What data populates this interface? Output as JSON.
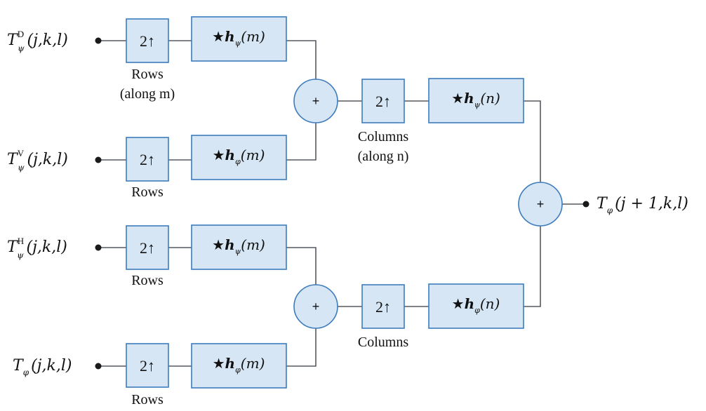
{
  "diagram": {
    "inputs": {
      "d": {
        "sym": "T",
        "sup": "D",
        "sub": "ψ",
        "args": "(j,k,l)"
      },
      "v": {
        "sym": "T",
        "sup": "V",
        "sub": "ψ",
        "args": "(j,k,l)"
      },
      "h": {
        "sym": "T",
        "sup": "H",
        "sub": "ψ",
        "args": "(j,k,l)"
      },
      "a": {
        "sym": "T",
        "sub": "φ",
        "args": "(j,k,l)"
      }
    },
    "output": {
      "sym": "T",
      "sub": "φ",
      "args": "(j + 1,k,l)"
    },
    "upsample": {
      "text": "2↑"
    },
    "filters": {
      "f1": {
        "star": "★",
        "h": "h",
        "sub": "ψ",
        "arg": "(m)"
      },
      "f2": {
        "star": "★",
        "h": "h",
        "sub": "φ",
        "arg": "(m)"
      },
      "f3": {
        "star": "★",
        "h": "h",
        "sub": "ψ",
        "arg": "(m)"
      },
      "f4": {
        "star": "★",
        "h": "h",
        "sub": "φ",
        "arg": "(m)"
      },
      "f5": {
        "star": "★",
        "h": "h",
        "sub": "ψ",
        "arg": "(n)"
      },
      "f6": {
        "star": "★",
        "h": "h",
        "sub": "φ",
        "arg": "(n)"
      }
    },
    "sum_symbol": "+",
    "labels": {
      "rows": "Rows",
      "rows_along": "(along m)",
      "columns": "Columns",
      "columns_along": "(along n)"
    },
    "colors": {
      "box_fill": "#d6e6f4",
      "box_stroke": "#3d7cbd",
      "wire": "#555a60"
    }
  }
}
